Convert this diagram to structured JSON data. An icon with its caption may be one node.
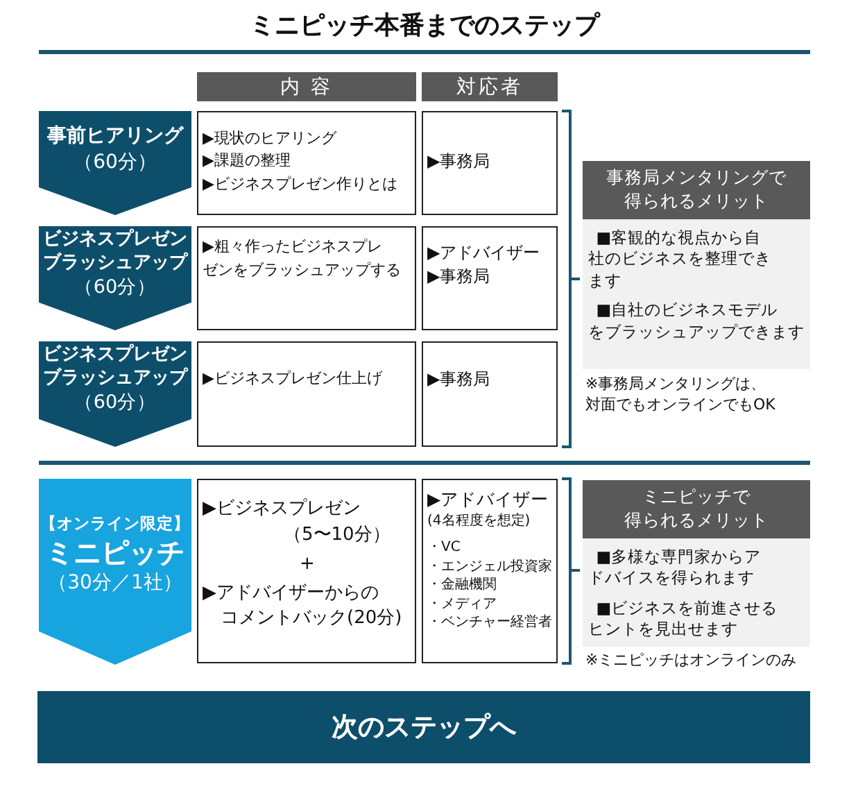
{
  "diagram": {
    "title": "ミニピッチ本番までのステップ",
    "nodes": [
      {
        "text": [
          "内 容"
        ]
      },
      {
        "text": [
          "対応者"
        ]
      },
      {
        "text": [
          "事前ヒアリング",
          "（60分）"
        ]
      },
      {
        "text": [
          "▶現状のヒアリング",
          "▶課題の整理",
          "▶ビジネスプレゼン作りとは"
        ]
      },
      {
        "text": [
          "▶事務局"
        ]
      },
      {
        "text": [
          "ビジネスプレゼンブラッシュアップ",
          "（60分）"
        ]
      },
      {
        "text": [
          "▶粗々作ったビジネスプレゼンをブラッシュアップする"
        ]
      },
      {
        "text": [
          "▶アドバイザー",
          "▶事務局"
        ]
      },
      {
        "text": [
          "ビジネスプレゼンブラッシュアップ",
          "（60分）"
        ]
      },
      {
        "text": [
          "▶ビジネスプレゼン仕上げ"
        ]
      },
      {
        "text": [
          "▶事務局"
        ]
      },
      {
        "text": [
          "事務局メンタリングで得られるメリット",
          "■客観的な視点から自社のビジネスを整理できます",
          "■自社のビジネスモデルをブラッシュアップできます"
        ],
        "beside": [
          "※事務局メンタリングは、対面でもオンラインでもOK"
        ]
      },
      {
        "text": [
          "【オンライン限定】",
          "ミニピッチ",
          "（30分／1社）"
        ]
      },
      {
        "text": [
          "▶ビジネスプレゼン（5〜10分）",
          "+",
          "▶アドバイザーからのコメントバック(20分)"
        ]
      },
      {
        "text": [
          "▶アドバイザー",
          "(4名程度を想定)",
          "・VC",
          "・エンジェル投資家",
          "・金融機関",
          "・メディア",
          "・ベンチャー経営者"
        ]
      },
      {
        "text": [
          "ミニピッチで得られるメリット",
          "■多様な専門家からアドバイスを得られます",
          "■ビジネスを前進させるヒントを見出せます"
        ],
        "beside": [
          "※ミニピッチはオンラインのみ"
        ]
      },
      {
        "text": [
          "次のステップへ"
        ]
      }
    ]
  }
}
